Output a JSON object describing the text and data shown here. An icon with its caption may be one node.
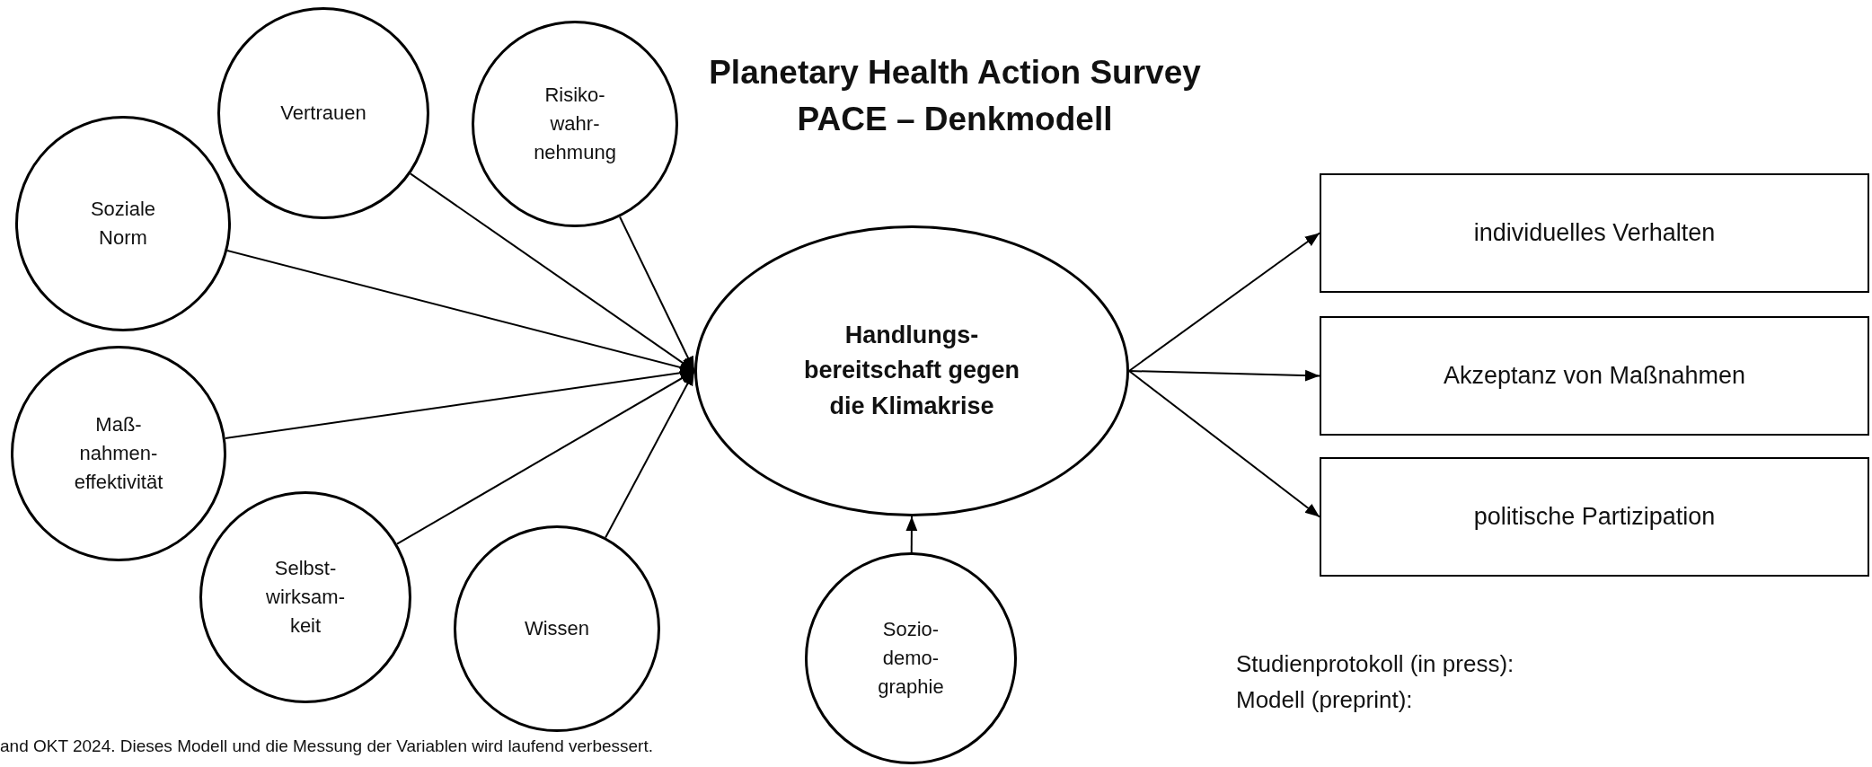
{
  "diagram": {
    "title": "Planetary Health Action Survey PACE – Denkmodell",
    "nodes": [
      {
        "text": [
          "Vertrauen"
        ]
      },
      {
        "text": [
          "Risiko- wahr- nehmung"
        ]
      },
      {
        "text": [
          "Soziale Norm"
        ]
      },
      {
        "text": [
          "Maß- nahmen- effektivität"
        ]
      },
      {
        "text": [
          "Selbst- wirksam- keit"
        ]
      },
      {
        "text": [
          "Wissen"
        ]
      },
      {
        "text": [
          "Handlungs- bereitschaft gegen die Klimakrise"
        ]
      },
      {
        "text": [
          "Sozio- demo- graphie"
        ]
      },
      {
        "text": [
          "individuelles Verhalten"
        ]
      },
      {
        "text": [
          "Akzeptanz von Maßnahmen"
        ]
      },
      {
        "text": [
          "politische Partizipation"
        ]
      }
    ],
    "edges": [
      {
        "from": 0,
        "to": 6,
        "arrow": "to"
      },
      {
        "from": 1,
        "to": 6,
        "arrow": "to"
      },
      {
        "from": 2,
        "to": 6,
        "arrow": "to"
      },
      {
        "from": 3,
        "to": 6,
        "arrow": "to"
      },
      {
        "from": 4,
        "to": 6,
        "arrow": "to"
      },
      {
        "from": 5,
        "to": 6,
        "arrow": "to"
      },
      {
        "from": 7,
        "to": 6,
        "arrow": "to"
      },
      {
        "from": 6,
        "to": 8,
        "arrow": "to"
      },
      {
        "from": 6,
        "to": 9,
        "arrow": "to"
      },
      {
        "from": 6,
        "to": 10,
        "arrow": "to"
      }
    ],
    "labels": [
      "Studienprotokoll (in press):",
      "Modell (preprint):",
      "and OKT 2024. Dieses Modell und die Messung der Variablen wird laufend verbessert."
    ]
  }
}
